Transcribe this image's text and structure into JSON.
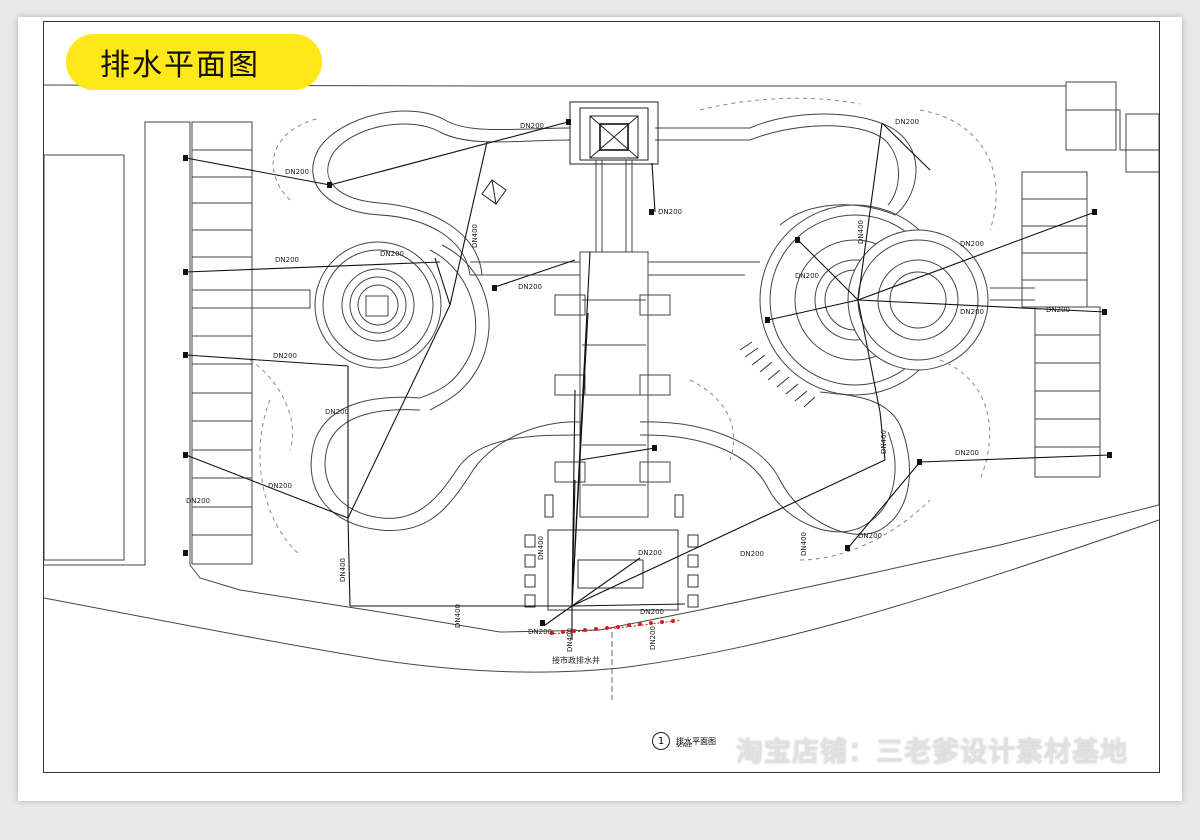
{
  "title": "排水平面图",
  "caption": {
    "number": "1",
    "text": "排水平面图",
    "scale": "SCALE"
  },
  "watermark": "淘宝店铺：三老爹设计素材基地",
  "outlet_label": "接市政排水井",
  "pipe_labels": [
    "DN200",
    "DN400"
  ],
  "colors": {
    "badge": "#ffe817",
    "pipe": "#111111",
    "outlet_dots": "#d42020",
    "linework": "#444444"
  }
}
